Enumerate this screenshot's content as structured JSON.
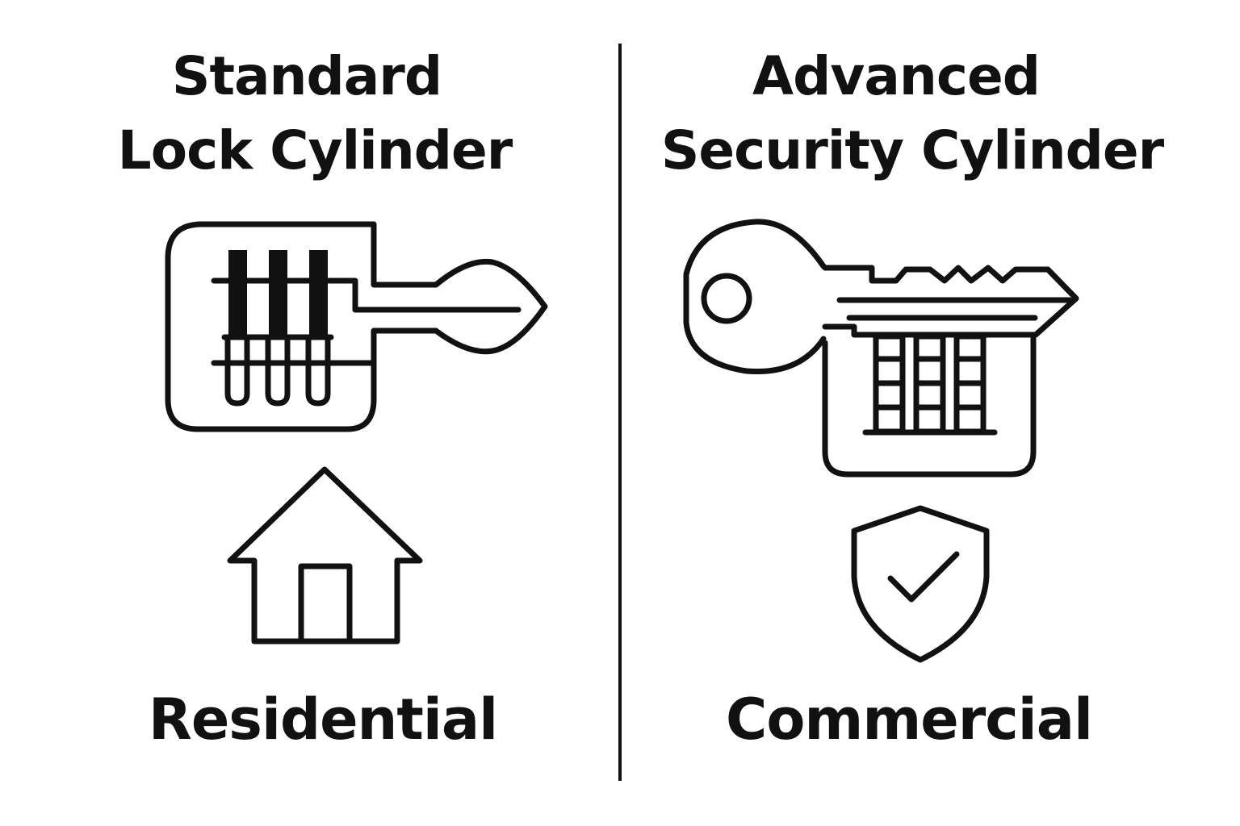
{
  "left_panel": {
    "title_line1": "Standard",
    "title_line2": "Lock Cylinder",
    "category": "Residential",
    "main_icon": "pin-tumbler-lock-with-key-icon",
    "category_icon": "house-icon"
  },
  "right_panel": {
    "title_line1": "Advanced",
    "title_line2": "Security Cylinder",
    "category": "Commercial",
    "main_icon": "high-security-key-and-cylinder-icon",
    "category_icon": "shield-check-icon"
  },
  "colors": {
    "background": "#ffffff",
    "ink": "#111111"
  }
}
